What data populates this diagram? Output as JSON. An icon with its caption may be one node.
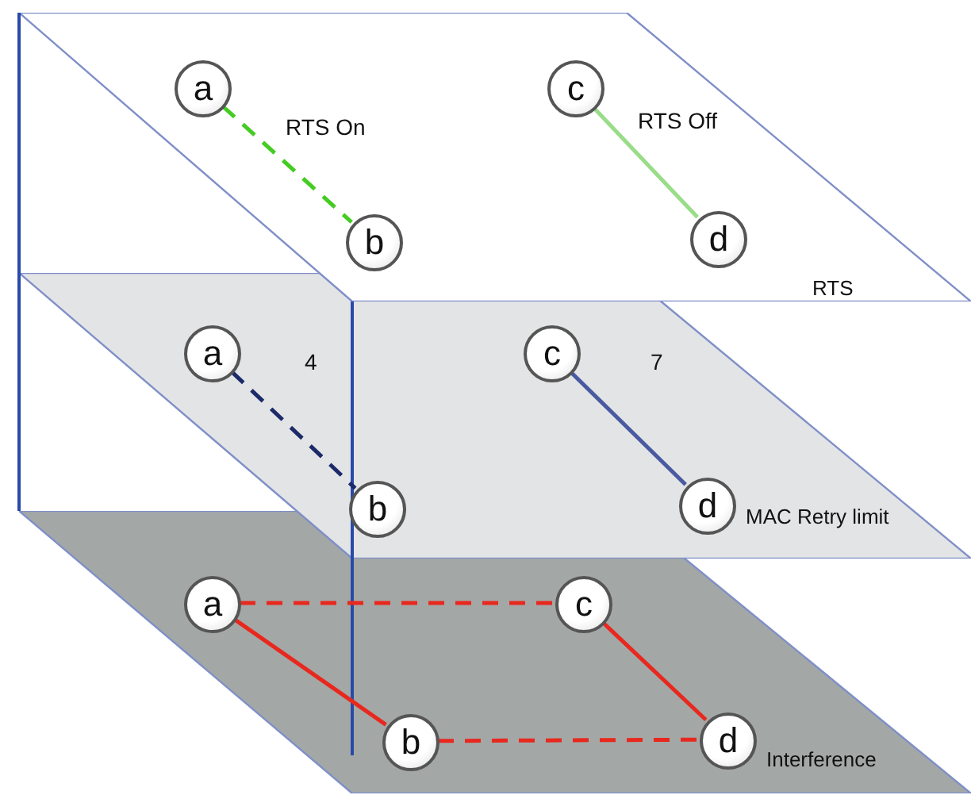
{
  "diagram": {
    "nodes": [
      {
        "text": [
          "RTS"
        ]
      },
      {
        "text": [
          "a"
        ],
        "in": 0
      },
      {
        "text": [
          "b"
        ],
        "in": 0
      },
      {
        "text": [
          "c"
        ],
        "in": 0
      },
      {
        "text": [
          "d"
        ],
        "in": 0
      },
      {
        "text": [
          "MAC Retry limit"
        ]
      },
      {
        "text": [
          "a"
        ],
        "in": 5
      },
      {
        "text": [
          "b"
        ],
        "in": 5
      },
      {
        "text": [
          "c"
        ],
        "in": 5
      },
      {
        "text": [
          "d"
        ],
        "in": 5
      },
      {
        "text": [
          "Interference"
        ]
      },
      {
        "text": [
          "a"
        ],
        "in": 10
      },
      {
        "text": [
          "b"
        ],
        "in": 10
      },
      {
        "text": [
          "c"
        ],
        "in": 10
      },
      {
        "text": [
          "d"
        ],
        "in": 10
      }
    ],
    "edges": [
      {
        "from": 1,
        "to": 2,
        "arrow": "none",
        "label": "RTS On",
        "style": "dashed",
        "color": "#44cc22"
      },
      {
        "from": 3,
        "to": 4,
        "arrow": "none",
        "label": "RTS Off",
        "color": "#99dd88"
      },
      {
        "from": 6,
        "to": 7,
        "arrow": "none",
        "label": "4",
        "style": "dashed",
        "color": "#1c2a6a"
      },
      {
        "from": 8,
        "to": 9,
        "arrow": "none",
        "label": "7",
        "color": "#4a5aa0"
      },
      {
        "from": 11,
        "to": 13,
        "arrow": "none",
        "style": "dashed"
      },
      {
        "from": 11,
        "to": 12,
        "arrow": "none"
      },
      {
        "from": 12,
        "to": 14,
        "arrow": "none",
        "style": "dashed"
      },
      {
        "from": 13,
        "to": 14,
        "arrow": "none"
      }
    ]
  }
}
